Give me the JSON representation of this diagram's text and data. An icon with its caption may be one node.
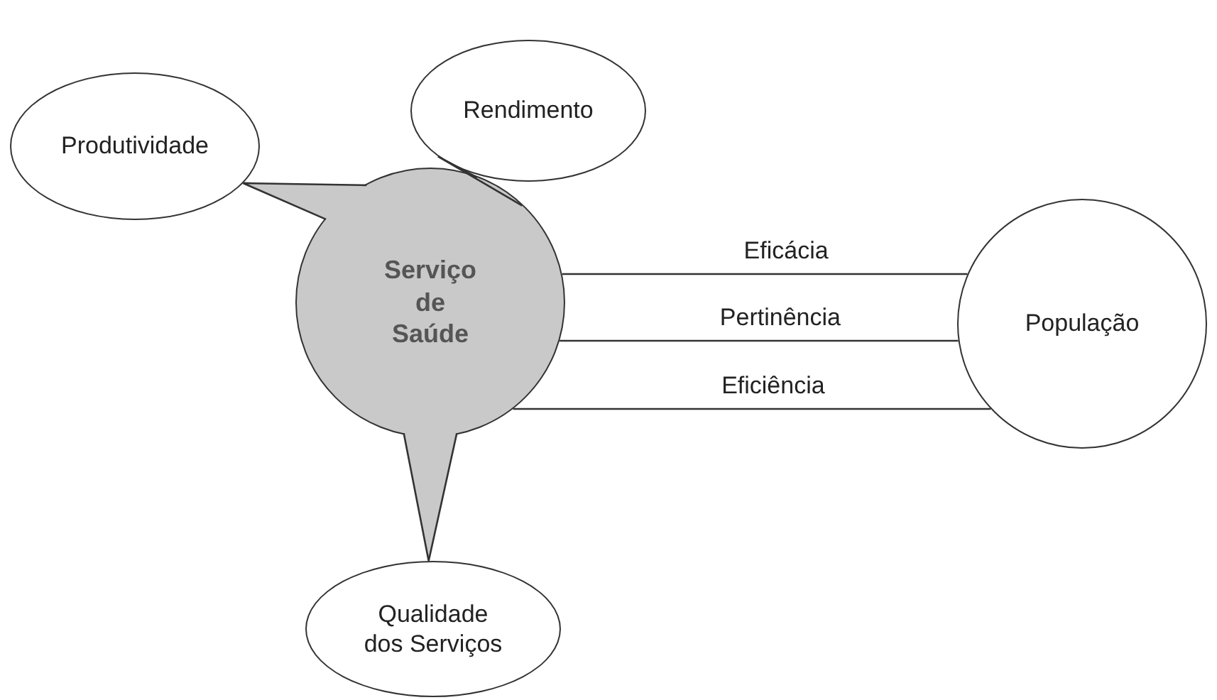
{
  "diagram": {
    "nodes": [
      {
        "text": [
          "Produtividade"
        ]
      },
      {
        "text": [
          "Rendimento"
        ]
      },
      {
        "text": [
          "Serviço de Saúde"
        ]
      },
      {
        "text": [
          "População"
        ]
      },
      {
        "text": [
          "Qualidade dos Serviços"
        ]
      }
    ],
    "edges": [
      {
        "from": 2,
        "to": 0,
        "arrow": "none"
      },
      {
        "from": 2,
        "to": 1,
        "arrow": "none"
      },
      {
        "from": 2,
        "to": 3,
        "label": "Eficácia",
        "arrow": "none"
      },
      {
        "from": 2,
        "to": 3,
        "label": "Pertinência",
        "arrow": "none"
      },
      {
        "from": 2,
        "to": 3,
        "label": "Eficiência",
        "arrow": "none"
      },
      {
        "from": 2,
        "to": 4,
        "arrow": "none"
      }
    ]
  }
}
